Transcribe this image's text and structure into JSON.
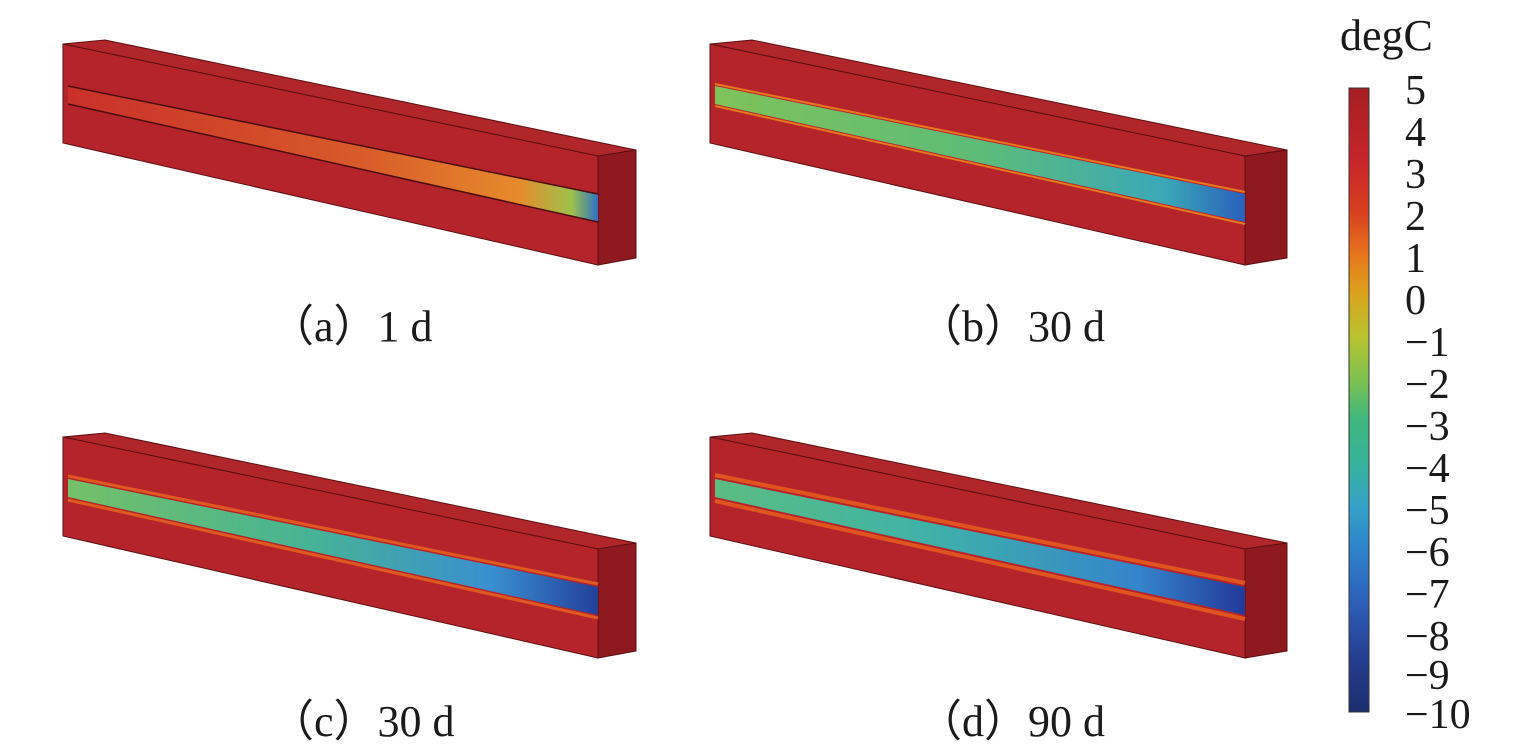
{
  "panels": [
    {
      "id": "a",
      "caption": "（a）1 d"
    },
    {
      "id": "b",
      "caption": "（b）30 d"
    },
    {
      "id": "c",
      "caption": "（c）30 d"
    },
    {
      "id": "d",
      "caption": "（d）90 d"
    }
  ],
  "colorbar": {
    "unit": "degC",
    "ticks": [
      "5",
      "4",
      "3",
      "2",
      "1",
      "0",
      "−1",
      "−2",
      "−3",
      "−4",
      "−5",
      "−6",
      "−7",
      "−8",
      "−9",
      "−10"
    ],
    "min": -10,
    "max": 5,
    "colors": {
      "hot": "#a61e22",
      "warm": "#e0541f",
      "neutral": "#b8c430",
      "cool": "#36b39a",
      "cold": "#2e73c4",
      "coldest": "#1b2f6e"
    }
  }
}
